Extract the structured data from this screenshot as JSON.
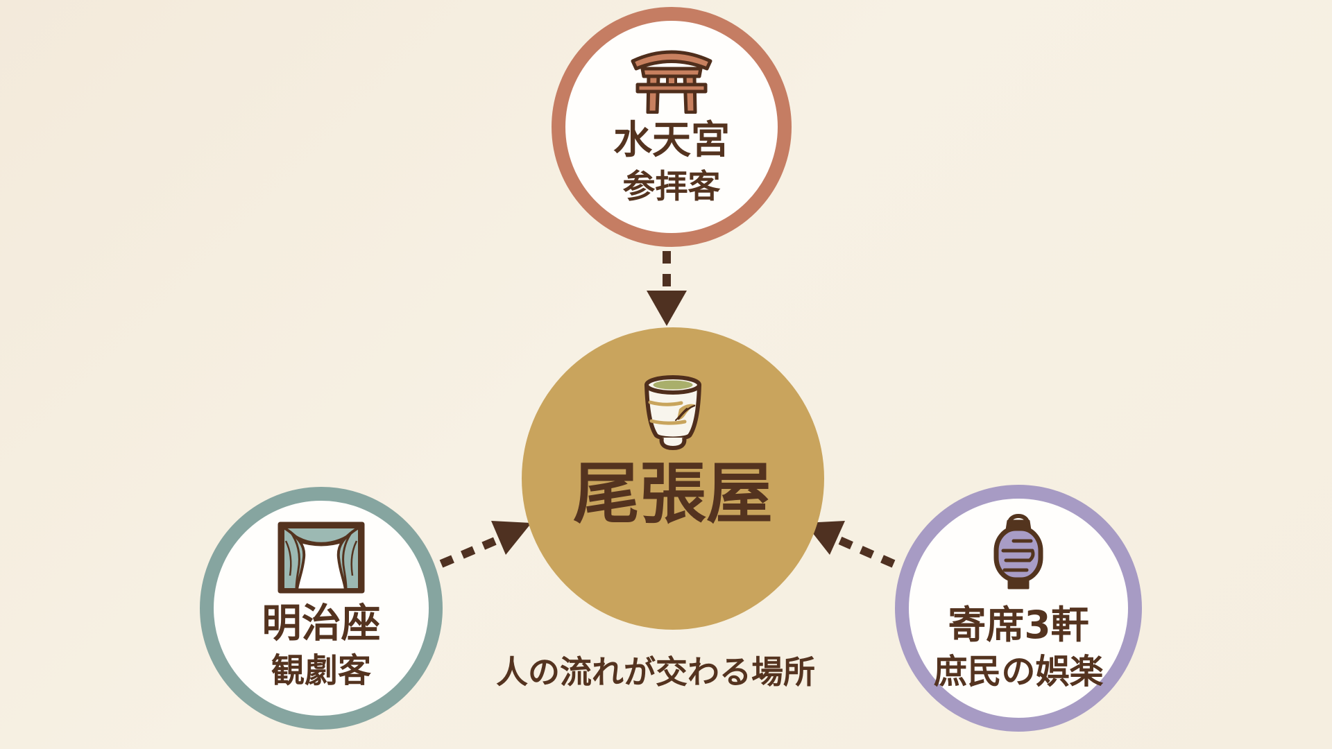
{
  "diagram": {
    "caption": "人の流れが交わる場所",
    "center": {
      "title": "尾張屋",
      "icon": "teacup-icon",
      "fill_color": "#C9A45D"
    },
    "nodes": [
      {
        "id": "suitengu",
        "position": "top",
        "line1": "水天宮",
        "line2": "参拝客",
        "icon": "torii-gate-icon",
        "border_color": "#C57D63"
      },
      {
        "id": "meijiza",
        "position": "bottom-left",
        "line1": "明治座",
        "line2": "観劇客",
        "icon": "theater-curtain-icon",
        "border_color": "#86A5A0"
      },
      {
        "id": "yose",
        "position": "bottom-right",
        "line1": "寄席3軒",
        "line2": "庶民の娯楽",
        "icon": "paper-lantern-icon",
        "border_color": "#A79BC4"
      }
    ],
    "arrows": [
      {
        "from": "水天宮 参拝客",
        "to": "尾張屋",
        "style": "dashed"
      },
      {
        "from": "明治座 観劇客",
        "to": "尾張屋",
        "style": "dashed"
      },
      {
        "from": "寄席3軒 庶民の娯楽",
        "to": "尾張屋",
        "style": "dashed"
      }
    ],
    "colors": {
      "background": "#F6EFE2",
      "text": "#54331F",
      "arrow": "#4F3121",
      "node_fill": "#FFFEFC"
    }
  }
}
